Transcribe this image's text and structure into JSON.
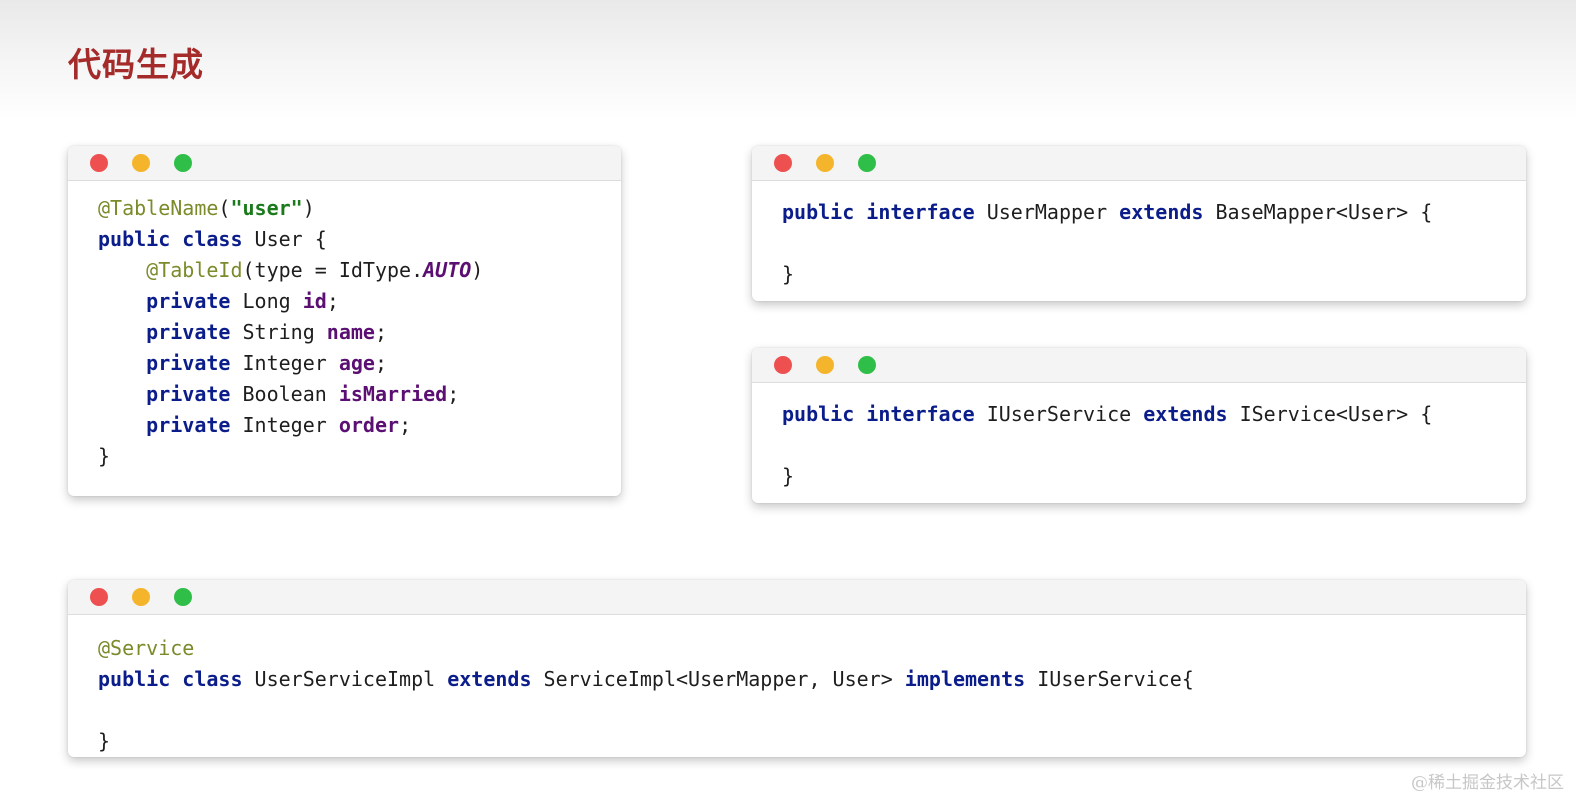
{
  "page": {
    "title": "代码生成"
  },
  "windows": {
    "entity": {
      "lines": [
        [
          {
            "t": "@TableName",
            "c": "ann"
          },
          {
            "t": "(",
            "c": ""
          },
          {
            "t": "\"user\"",
            "c": "str"
          },
          {
            "t": ")",
            "c": ""
          }
        ],
        [
          {
            "t": "public class",
            "c": "kw"
          },
          {
            "t": " User {",
            "c": ""
          }
        ],
        [
          {
            "t": "    ",
            "c": ""
          },
          {
            "t": "@TableId",
            "c": "ann"
          },
          {
            "t": "(type = IdType.",
            "c": ""
          },
          {
            "t": "AUTO",
            "c": "const"
          },
          {
            "t": ")",
            "c": ""
          }
        ],
        [
          {
            "t": "    ",
            "c": ""
          },
          {
            "t": "private",
            "c": "kw"
          },
          {
            "t": " Long ",
            "c": ""
          },
          {
            "t": "id",
            "c": "fld"
          },
          {
            "t": ";",
            "c": ""
          }
        ],
        [
          {
            "t": "    ",
            "c": ""
          },
          {
            "t": "private",
            "c": "kw"
          },
          {
            "t": " String ",
            "c": ""
          },
          {
            "t": "name",
            "c": "fld"
          },
          {
            "t": ";",
            "c": ""
          }
        ],
        [
          {
            "t": "    ",
            "c": ""
          },
          {
            "t": "private",
            "c": "kw"
          },
          {
            "t": " Integer ",
            "c": ""
          },
          {
            "t": "age",
            "c": "fld"
          },
          {
            "t": ";",
            "c": ""
          }
        ],
        [
          {
            "t": "    ",
            "c": ""
          },
          {
            "t": "private",
            "c": "kw"
          },
          {
            "t": " Boolean ",
            "c": ""
          },
          {
            "t": "isMarried",
            "c": "fld"
          },
          {
            "t": ";",
            "c": ""
          }
        ],
        [
          {
            "t": "    ",
            "c": ""
          },
          {
            "t": "private",
            "c": "kw"
          },
          {
            "t": " Integer ",
            "c": ""
          },
          {
            "t": "order",
            "c": "fld"
          },
          {
            "t": ";",
            "c": ""
          }
        ],
        [
          {
            "t": "}",
            "c": ""
          }
        ]
      ]
    },
    "mapper": {
      "lines": [
        [
          {
            "t": "public interface",
            "c": "kw"
          },
          {
            "t": " UserMapper ",
            "c": ""
          },
          {
            "t": "extends",
            "c": "kw"
          },
          {
            "t": " BaseMapper<User> {",
            "c": ""
          }
        ],
        [],
        [
          {
            "t": "}",
            "c": ""
          }
        ]
      ]
    },
    "service": {
      "lines": [
        [
          {
            "t": "public interface",
            "c": "kw"
          },
          {
            "t": " IUserService ",
            "c": ""
          },
          {
            "t": "extends",
            "c": "kw"
          },
          {
            "t": " IService<User> {",
            "c": ""
          }
        ],
        [],
        [
          {
            "t": "}",
            "c": ""
          }
        ]
      ]
    },
    "impl": {
      "lines": [
        [
          {
            "t": "@Service",
            "c": "ann"
          }
        ],
        [
          {
            "t": "public class",
            "c": "kw"
          },
          {
            "t": " UserServiceImpl ",
            "c": ""
          },
          {
            "t": "extends",
            "c": "kw"
          },
          {
            "t": " ServiceImpl<UserMapper, User> ",
            "c": ""
          },
          {
            "t": "implements",
            "c": "kw"
          },
          {
            "t": " IUserService{",
            "c": ""
          }
        ],
        [],
        [
          {
            "t": "}",
            "c": ""
          }
        ]
      ]
    }
  },
  "watermark": "@稀土掘金技术社区",
  "colors": {
    "title": "#a52a2a",
    "keyword": "#0b1d8a",
    "annotation": "#7b8a2a",
    "string": "#1b7a1b",
    "field": "#5b0f72",
    "dot_red": "#ee5050",
    "dot_yellow": "#f4b52c",
    "dot_green": "#2fbe48"
  }
}
